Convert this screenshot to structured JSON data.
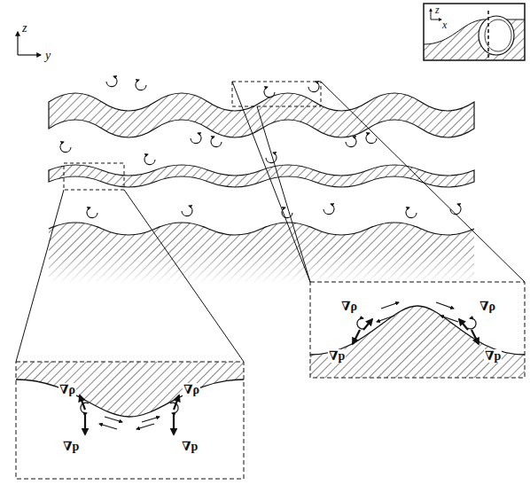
{
  "diagram": {
    "labels": [
      "z",
      "y",
      "z",
      "x",
      "∇p",
      "∇ρ",
      "∇ρ",
      "∇p",
      "∇ρ",
      "∇ρ",
      "∇p",
      "∇p"
    ]
  }
}
